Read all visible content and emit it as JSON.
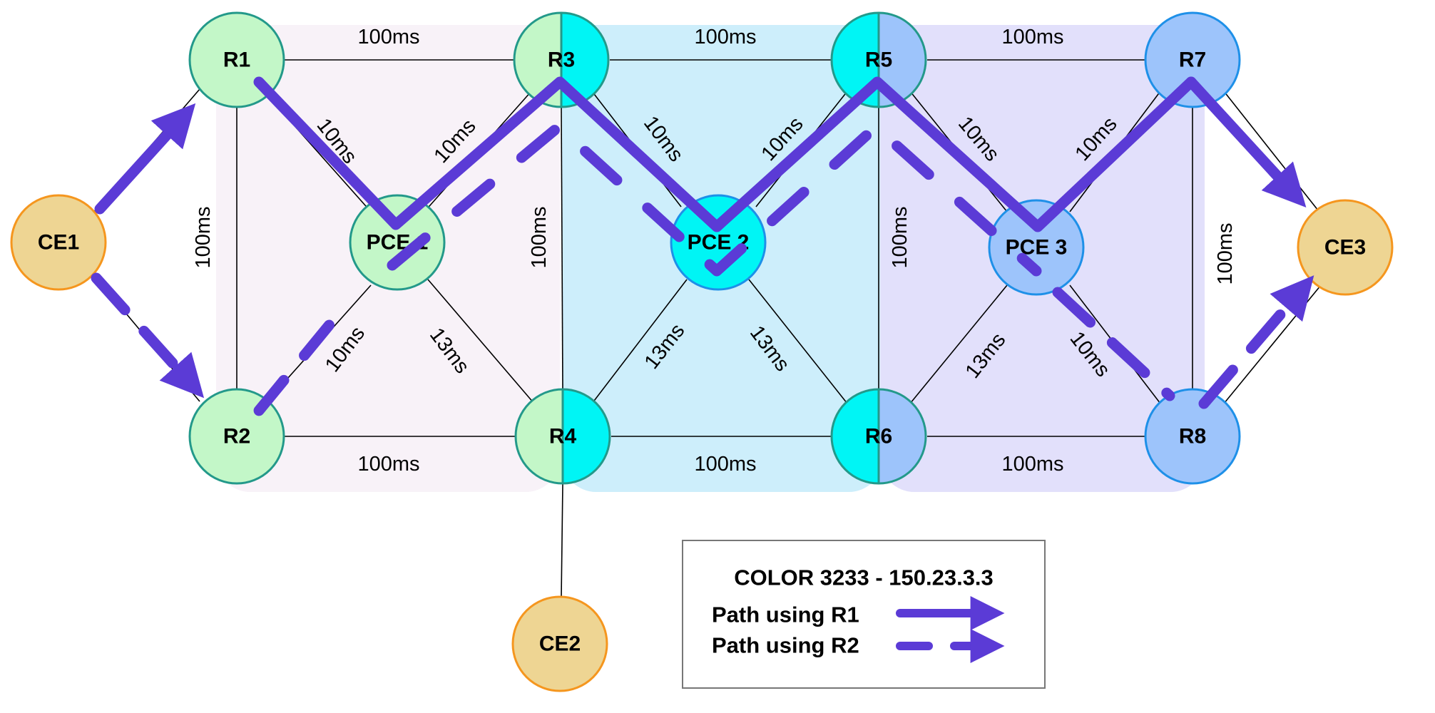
{
  "colors": {
    "domain1_bg": "#f8f2f8",
    "domain2_bg": "#cdeefb",
    "domain3_bg": "#e2e0fb",
    "router_green": "#c3f7c8",
    "router_green_border": "#23998a",
    "router_cyan": "#00f5f5",
    "router_blue": "#9dc4fb",
    "router_blue_border": "#1e90e8",
    "ce_fill": "#eed593",
    "ce_border": "#f5961e",
    "path_color": "#5b3bd6",
    "link_color": "#000000"
  },
  "nodes": {
    "r1": "R1",
    "r2": "R2",
    "r3": "R3",
    "r4": "R4",
    "r5": "R5",
    "r6": "R6",
    "r7": "R7",
    "r8": "R8",
    "pce1": "PCE 1",
    "pce2": "PCE 2",
    "pce3": "PCE 3",
    "ce1": "CE1",
    "ce2": "CE2",
    "ce3": "CE3"
  },
  "links": {
    "r1_r3": "100ms",
    "r3_r5": "100ms",
    "r5_r7": "100ms",
    "r2_r4": "100ms",
    "r4_r6": "100ms",
    "r6_r8": "100ms",
    "r1_r2": "100ms",
    "r3_r4": "100ms",
    "r5_r6": "100ms",
    "r7_r8": "100ms",
    "r1_pce1": "10ms",
    "r3_pce1": "10ms",
    "r2_pce1": "10ms",
    "pce1_r4": "13ms",
    "r3_pce2": "10ms",
    "r5_pce2": "10ms",
    "pce2_r4": "13ms",
    "pce2_r6": "13ms",
    "r5_pce3": "10ms",
    "r7_pce3": "10ms",
    "pce3_r6": "13ms",
    "pce3_r8": "10ms"
  },
  "legend": {
    "title": "COLOR 3233 - 150.23.3.3",
    "path_r1": "Path using R1",
    "path_r2": "Path using R2"
  }
}
